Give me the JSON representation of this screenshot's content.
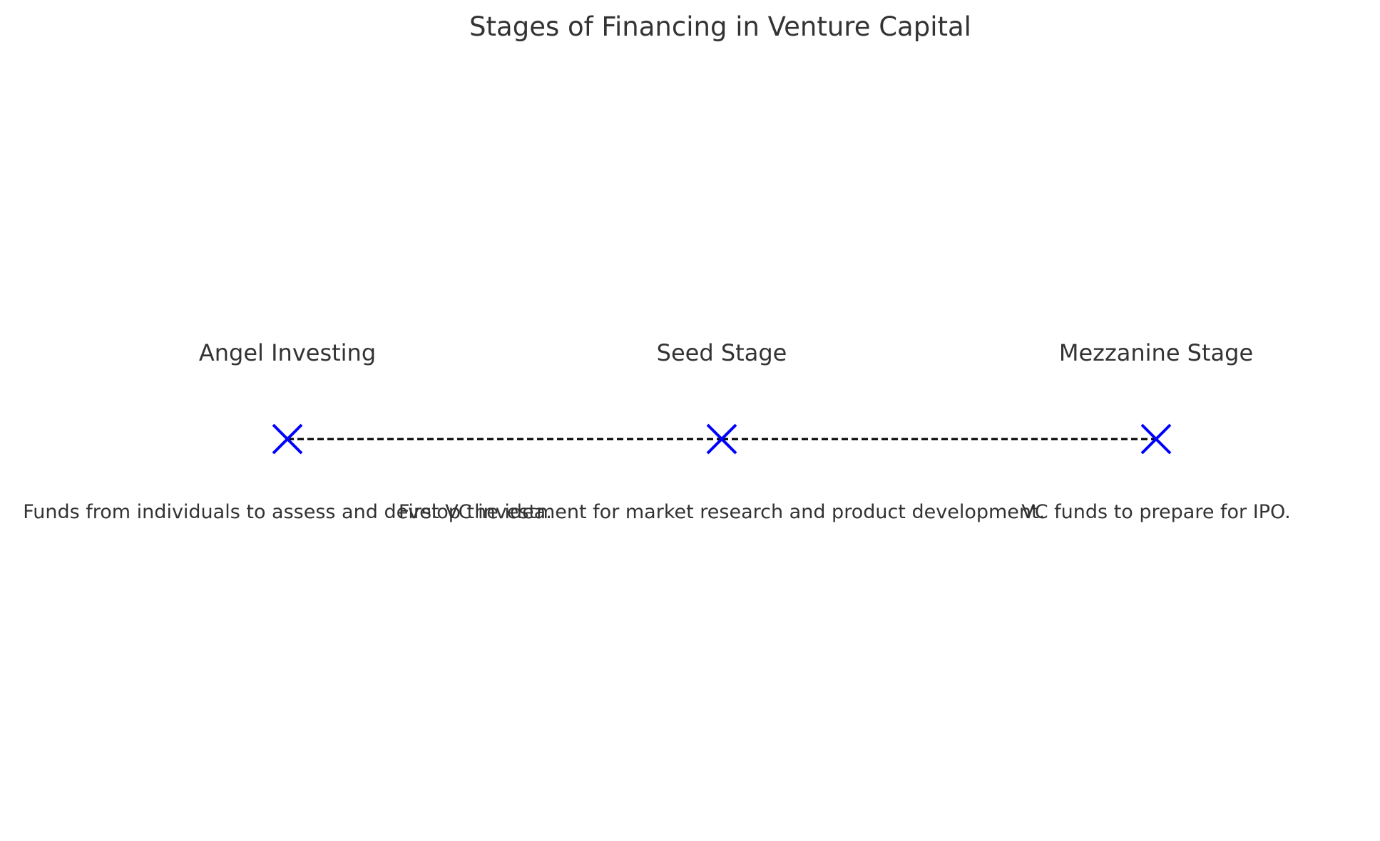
{
  "title": "Stages of Financing in Venture Capital",
  "colors": {
    "marker": "#0000ff",
    "connector": "#000000",
    "text": "#333333"
  },
  "stages": [
    {
      "label": "Angel Investing",
      "description": "Funds from individuals to assess and develop the idea."
    },
    {
      "label": "Seed Stage",
      "description": "First VC investment for market research and product development."
    },
    {
      "label": "Mezzanine Stage",
      "description": "VC funds to prepare for IPO."
    }
  ]
}
